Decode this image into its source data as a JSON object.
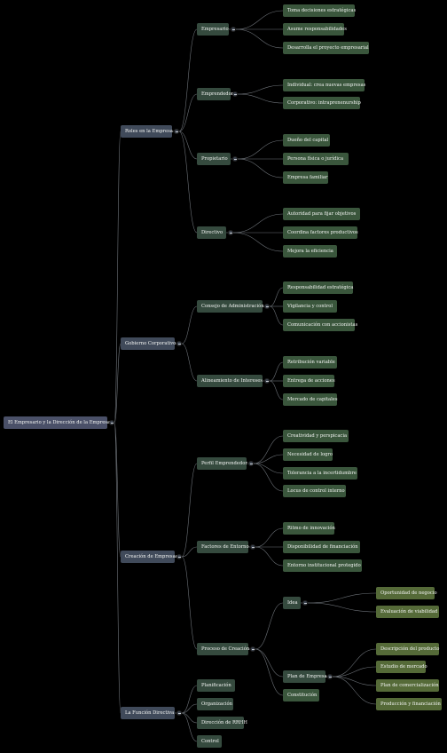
{
  "root": {
    "label": "El Empresario y la Dirección de la Empresa",
    "children": [
      {
        "label": "Roles en la Empresa",
        "children": [
          {
            "label": "Empresario",
            "children": [
              {
                "label": "Toma decisiones estratégicas"
              },
              {
                "label": "Asume responsabilidades"
              },
              {
                "label": "Desarrolla el proyecto empresarial"
              }
            ]
          },
          {
            "label": "Emprendedor",
            "children": [
              {
                "label": "Individual: crea nuevas empresas"
              },
              {
                "label": "Corporativo: intraprenenurship"
              }
            ]
          },
          {
            "label": "Propietario",
            "children": [
              {
                "label": "Dueño del capital"
              },
              {
                "label": "Persona física o jurídica"
              },
              {
                "label": "Empresa familiar"
              }
            ]
          },
          {
            "label": "Directivo",
            "children": [
              {
                "label": "Autoridad para fijar objetivos"
              },
              {
                "label": "Coordina factores productivos"
              },
              {
                "label": "Mejora la eficiencia"
              }
            ]
          }
        ]
      },
      {
        "label": "Gobierno Corporativo",
        "children": [
          {
            "label": "Consejo de Administración",
            "children": [
              {
                "label": "Responsabilidad estratégica"
              },
              {
                "label": "Vigilancia y control"
              },
              {
                "label": "Comunicación con accionistas"
              }
            ]
          },
          {
            "label": "Alineamiento de Intereses",
            "children": [
              {
                "label": "Retribución variable"
              },
              {
                "label": "Entrega de acciones"
              },
              {
                "label": "Mercado de capitales"
              }
            ]
          }
        ]
      },
      {
        "label": "Creación de Empresas",
        "children": [
          {
            "label": "Perfil Emprendedor",
            "children": [
              {
                "label": "Creatividad y perspicacia"
              },
              {
                "label": "Necesidad de logro"
              },
              {
                "label": "Tolerancia a la incertidumbre"
              },
              {
                "label": "Locus de control interno"
              }
            ]
          },
          {
            "label": "Factores de Entorno",
            "children": [
              {
                "label": "Ritmo de innovación"
              },
              {
                "label": "Disponibilidad de financiación"
              },
              {
                "label": "Entorno institucional protegido"
              }
            ]
          },
          {
            "label": "Proceso de Creación",
            "children": [
              {
                "label": "Idea",
                "children": [
                  {
                    "label": "Oportunidad de negocio"
                  },
                  {
                    "label": "Evaluación de viabilidad"
                  }
                ]
              },
              {
                "label": "Plan de Empresa",
                "children": [
                  {
                    "label": "Descripción del producto"
                  },
                  {
                    "label": "Estudio de mercado"
                  },
                  {
                    "label": "Plan de comercialización"
                  },
                  {
                    "label": "Producción y financiación"
                  }
                ]
              },
              {
                "label": "Constitución"
              }
            ]
          }
        ]
      },
      {
        "label": "La Función Directiva",
        "children": [
          {
            "label": "Planificación"
          },
          {
            "label": "Organización"
          },
          {
            "label": "Dirección de RRHH"
          },
          {
            "label": "Control"
          }
        ]
      }
    ]
  }
}
